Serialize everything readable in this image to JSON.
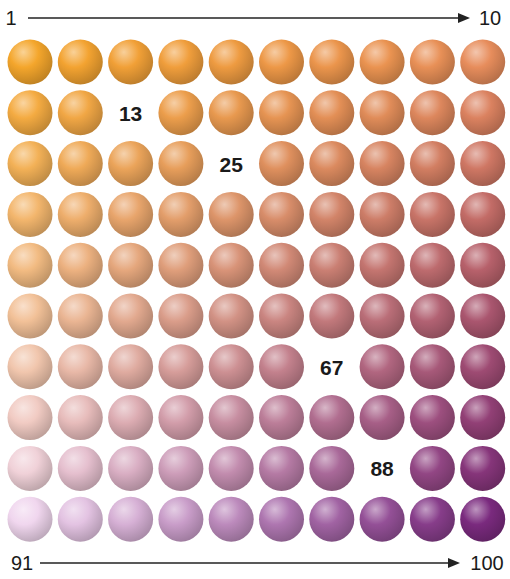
{
  "diagram": {
    "labels": [
      "1",
      "10",
      "13",
      "25",
      "67",
      "88",
      "91",
      "100"
    ]
  }
}
